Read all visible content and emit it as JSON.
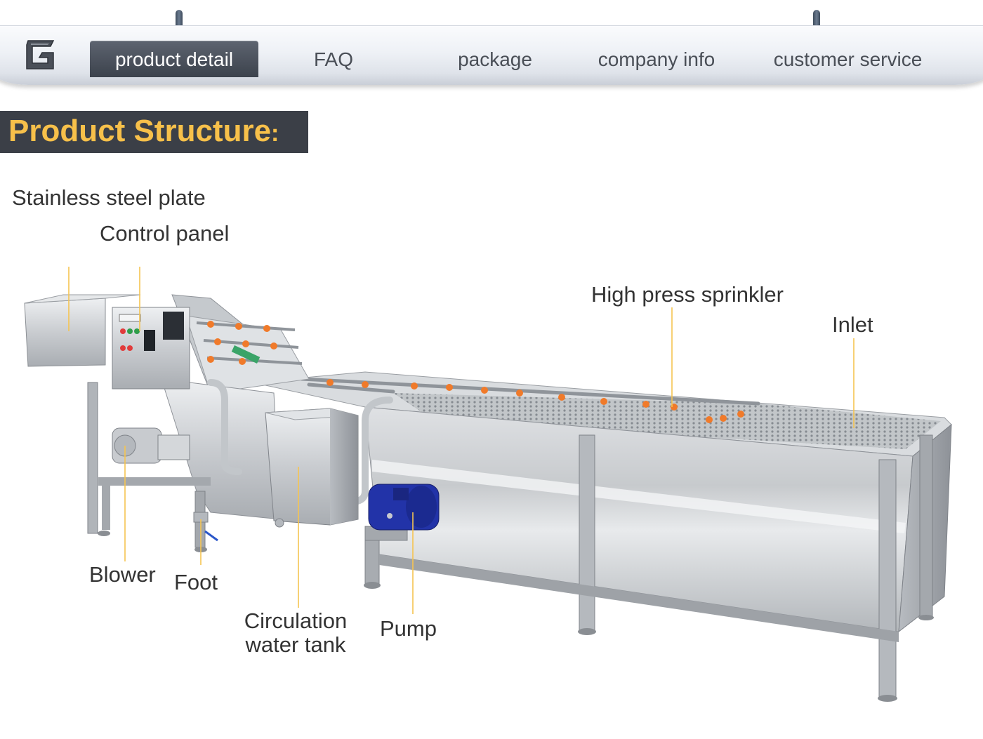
{
  "nav": {
    "logo_icon": "g-logo-icon",
    "tabs": [
      {
        "label": "product detail",
        "active": true
      },
      {
        "label": "FAQ",
        "active": false
      },
      {
        "label": "package",
        "active": false
      },
      {
        "label": "company info",
        "active": false
      },
      {
        "label": "customer service",
        "active": false
      }
    ],
    "active_color": "#3c424c"
  },
  "section": {
    "title": "Product Structure",
    "colon": ":",
    "title_color": "#f7c04a",
    "title_bg": "#3b3f47"
  },
  "labels": {
    "stainless_plate": "Stainless steel plate",
    "control_panel": "Control panel",
    "sprinkler": "High press sprinkler",
    "inlet": "Inlet",
    "blower": "Blower",
    "foot": "Foot",
    "tank_line1": "Circulation",
    "tank_line2": "water tank",
    "pump": "Pump"
  },
  "leader_color": "#f5c451"
}
